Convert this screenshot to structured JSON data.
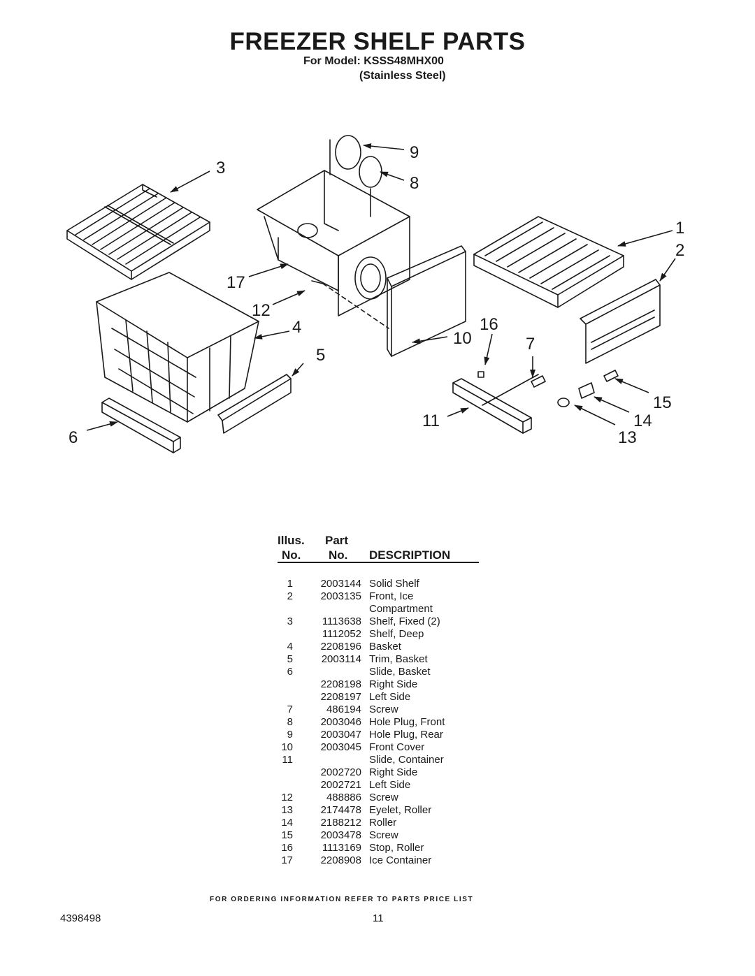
{
  "header": {
    "title": "FREEZER SHELF PARTS",
    "model": "For Model: KSSS48MHX00",
    "finish": "(Stainless Steel)"
  },
  "diagram": {
    "callouts": [
      "3",
      "9",
      "8",
      "1",
      "2",
      "17",
      "12",
      "4",
      "10",
      "16",
      "7",
      "5",
      "15",
      "11",
      "14",
      "6",
      "13"
    ]
  },
  "table": {
    "headers": {
      "illus_top": "Illus.",
      "illus_bottom": "No.",
      "part_top": "Part",
      "part_bottom": "No.",
      "description": "DESCRIPTION"
    },
    "rows": [
      {
        "no": "1",
        "part": "2003144",
        "desc": "Solid Shelf"
      },
      {
        "no": "2",
        "part": "2003135",
        "desc": "Front, Ice"
      },
      {
        "no": "",
        "part": "",
        "desc": "Compartment"
      },
      {
        "no": "3",
        "part": "1113638",
        "desc": "Shelf, Fixed (2)"
      },
      {
        "no": "",
        "part": "1112052",
        "desc": "Shelf, Deep"
      },
      {
        "no": "4",
        "part": "2208196",
        "desc": "Basket"
      },
      {
        "no": "5",
        "part": "2003114",
        "desc": "Trim, Basket"
      },
      {
        "no": "6",
        "part": "",
        "desc": "Slide, Basket"
      },
      {
        "no": "",
        "part": "2208198",
        "desc": "Right Side"
      },
      {
        "no": "",
        "part": "2208197",
        "desc": "Left Side"
      },
      {
        "no": "7",
        "part": "486194",
        "desc": "Screw"
      },
      {
        "no": "8",
        "part": "2003046",
        "desc": "Hole Plug, Front"
      },
      {
        "no": "9",
        "part": "2003047",
        "desc": "Hole Plug, Rear"
      },
      {
        "no": "10",
        "part": "2003045",
        "desc": "Front Cover"
      },
      {
        "no": "11",
        "part": "",
        "desc": "Slide, Container"
      },
      {
        "no": "",
        "part": "2002720",
        "desc": "Right Side"
      },
      {
        "no": "",
        "part": "2002721",
        "desc": "Left Side"
      },
      {
        "no": "12",
        "part": "488886",
        "desc": "Screw"
      },
      {
        "no": "13",
        "part": "2174478",
        "desc": "Eyelet, Roller"
      },
      {
        "no": "14",
        "part": "2188212",
        "desc": "Roller"
      },
      {
        "no": "15",
        "part": "2003478",
        "desc": "Screw"
      },
      {
        "no": "16",
        "part": "1113169",
        "desc": "Stop, Roller"
      },
      {
        "no": "17",
        "part": "2208908",
        "desc": "Ice Container"
      }
    ]
  },
  "footer": {
    "note": "FOR ORDERING INFORMATION REFER TO PARTS PRICE LIST",
    "doc_number": "4398498",
    "page_number": "11"
  }
}
